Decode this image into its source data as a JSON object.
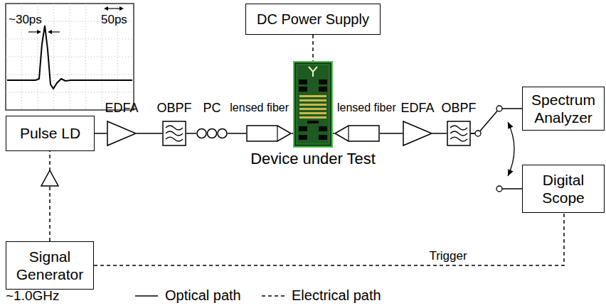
{
  "diagram": {
    "nodes": [
      {
        "text": [
          "DC Power Supply"
        ]
      },
      {
        "text": [
          "Pulse LD"
        ]
      },
      {
        "text": [
          "EDFA"
        ]
      },
      {
        "text": [
          "OBPF"
        ]
      },
      {
        "text": [
          "PC"
        ]
      },
      {
        "text": [
          "lensed fiber"
        ]
      },
      {
        "text": [
          "Device under Test"
        ]
      },
      {
        "text": [
          "lensed fiber"
        ]
      },
      {
        "text": [
          "EDFA"
        ]
      },
      {
        "text": [
          "OBPF"
        ]
      },
      {
        "text": [
          "Spectrum Analyzer"
        ]
      },
      {
        "text": [
          "Digital Scope"
        ]
      },
      {
        "text": [
          "Signal Generator"
        ]
      }
    ],
    "edges": [
      {
        "from": 1,
        "to": 2,
        "arrow": "none"
      },
      {
        "from": 2,
        "to": 3,
        "arrow": "none"
      },
      {
        "from": 3,
        "to": 4,
        "arrow": "none"
      },
      {
        "from": 4,
        "to": 5,
        "arrow": "none"
      },
      {
        "from": 5,
        "to": 6,
        "arrow": "none"
      },
      {
        "from": 6,
        "to": 7,
        "arrow": "none"
      },
      {
        "from": 7,
        "to": 8,
        "arrow": "none"
      },
      {
        "from": 8,
        "to": 9,
        "arrow": "none"
      },
      {
        "from": 9,
        "to": 10,
        "arrow": "none"
      },
      {
        "from": 9,
        "to": 11,
        "arrow": "none"
      },
      {
        "from": 0,
        "to": 6,
        "arrow": "none"
      },
      {
        "from": 12,
        "to": 1,
        "arrow": "none"
      },
      {
        "from": 12,
        "to": 11,
        "label": "Trigger",
        "arrow": "none"
      }
    ],
    "labels": [
      "~30ps",
      "50ps",
      "~1.0GHz"
    ],
    "legend": [
      {
        "text": "Optical path"
      },
      {
        "text": "Electrical path"
      }
    ]
  }
}
